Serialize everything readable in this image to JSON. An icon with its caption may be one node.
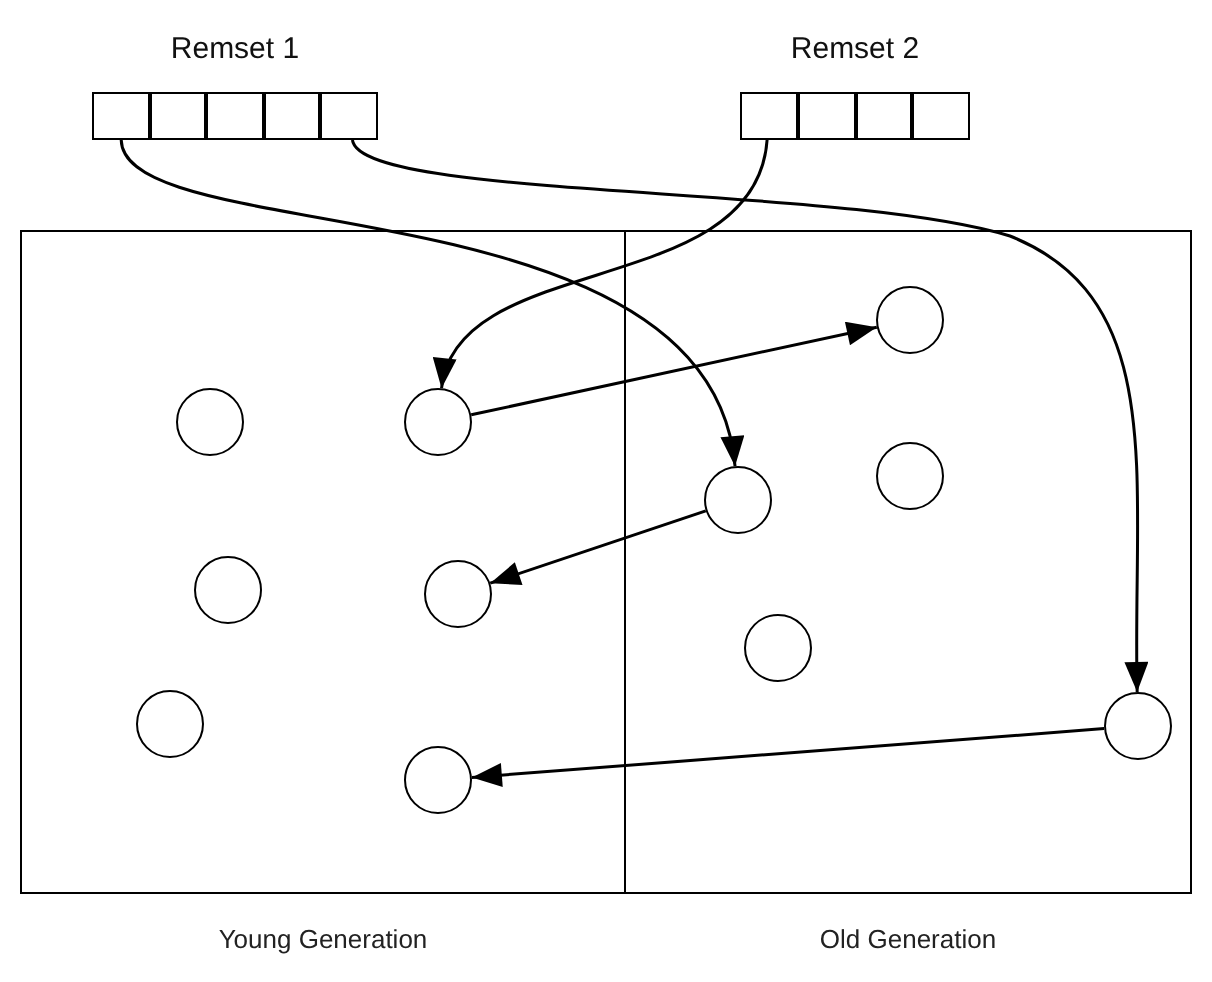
{
  "diagram": {
    "nodes": [
      {
        "text": [
          "Remset 1"
        ]
      },
      {
        "text": [],
        "shape": "box",
        "in": 0
      },
      {
        "text": [],
        "shape": "box",
        "in": 0
      },
      {
        "text": [],
        "shape": "box",
        "in": 0
      },
      {
        "text": [],
        "shape": "box",
        "in": 0
      },
      {
        "text": [],
        "shape": "box",
        "in": 0
      },
      {
        "text": [
          "Remset 2"
        ]
      },
      {
        "text": [],
        "shape": "box",
        "in": 6
      },
      {
        "text": [],
        "shape": "box",
        "in": 6
      },
      {
        "text": [],
        "shape": "box",
        "in": 6
      },
      {
        "text": [],
        "shape": "box",
        "in": 6
      },
      {
        "text": [
          "Young Generation"
        ]
      },
      {
        "text": [
          "Old Generation"
        ]
      },
      {
        "text": [],
        "shape": "circle",
        "in": 11
      },
      {
        "text": [],
        "shape": "circle",
        "in": 11
      },
      {
        "text": [],
        "shape": "circle",
        "in": 11
      },
      {
        "text": [],
        "shape": "circle",
        "in": 11
      },
      {
        "text": [],
        "shape": "circle",
        "in": 11
      },
      {
        "text": [],
        "shape": "circle",
        "in": 11
      },
      {
        "text": [],
        "shape": "circle",
        "in": 12
      },
      {
        "text": [],
        "shape": "circle",
        "in": 12
      },
      {
        "text": [],
        "shape": "circle",
        "in": 12
      },
      {
        "text": [],
        "shape": "circle",
        "in": 12
      },
      {
        "text": [],
        "shape": "circle",
        "in": 12
      }
    ],
    "edges": [
      {
        "from": 1,
        "to": 21,
        "arrow": "to"
      },
      {
        "from": 5,
        "to": 23,
        "arrow": "to"
      },
      {
        "from": 7,
        "to": 14,
        "arrow": "to"
      },
      {
        "from": 14,
        "to": 19,
        "arrow": "to"
      },
      {
        "from": 21,
        "to": 16,
        "arrow": "to"
      },
      {
        "from": 23,
        "to": 18,
        "arrow": "to"
      }
    ]
  }
}
